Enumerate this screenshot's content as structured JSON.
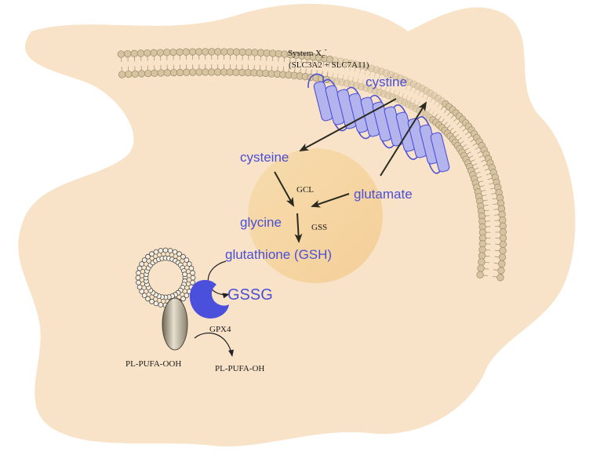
{
  "transporter": {
    "title": "System X",
    "title_sub": "c",
    "title_sup": "-",
    "subunits": "(SLC3A2 + SLC7A11)"
  },
  "metabolites": {
    "cystine": "cystine",
    "cysteine": "cysteine",
    "glutamate": "glutamate",
    "glycine": "glycine",
    "gsh": "glutathione (GSH)",
    "gssg": "GSSG"
  },
  "enzymes": {
    "gcl": "GCL",
    "gss": "GSS",
    "gpx4": "GPX4"
  },
  "lipids": {
    "substrate": "PL-PUFA-OOH",
    "product": "PL-PUFA-OH"
  },
  "colors": {
    "cell": "#f8e3c8",
    "nucleus": "#f6d7a6",
    "label_blue": "#4a4fd6",
    "transporter": "#b3b3ee",
    "transporter_stroke": "#4c51d8",
    "lipid_head": "#d6c3a0",
    "gpx4": "#4b50dc"
  }
}
